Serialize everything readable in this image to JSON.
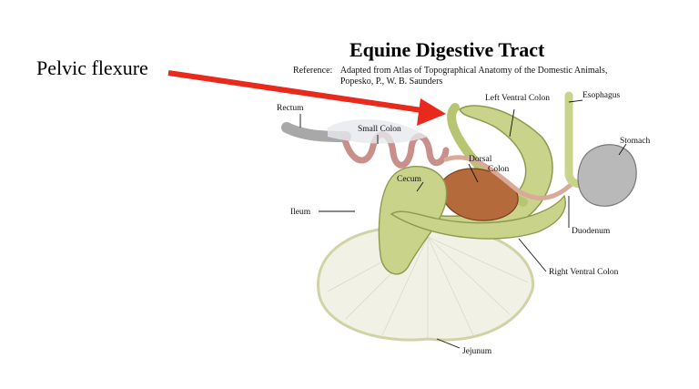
{
  "callout": {
    "text": "Pelvic flexure",
    "arrow_color": "#e8291c"
  },
  "header": {
    "title": "Equine Digestive Tract",
    "reference_label": "Reference:",
    "reference_line1": "Adapted from Atlas of Topographical Anatomy of the Domestic Animals,",
    "reference_line2": "Popesko, P., W. B. Saunders"
  },
  "labels": {
    "left_ventral_colon": "Left Ventral Colon",
    "esophagus": "Esophagus",
    "rectum": "Rectum",
    "small_colon": "Small Colon",
    "stomach": "Stomach",
    "dorsal": "Dorsal",
    "colon": "Colon",
    "cecum": "Cecum",
    "ileum": "Ileum",
    "duodenum": "Duodenum",
    "right_ventral_colon": "Right Ventral Colon",
    "jejunum": "Jejunum"
  },
  "colors": {
    "colon_green": "#c9d48a",
    "dorsal_colon_brown": "#b46a3a",
    "small_colon_pink": "#c98f8a",
    "stomach_gray": "#b9b9b9",
    "mesentery": "#f1f1e6"
  }
}
